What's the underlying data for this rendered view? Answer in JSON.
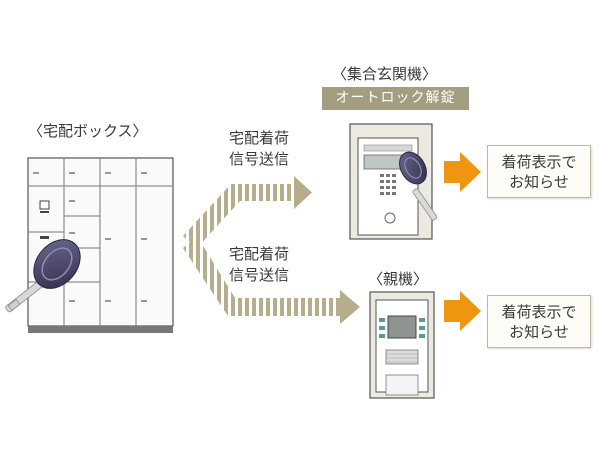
{
  "labels": {
    "delivery_box": "〈宅配ボックス〉",
    "entrance_unit": "〈集合玄関機〉",
    "auto_unlock": "オートロック解錠",
    "master_unit": "〈親機〉"
  },
  "signals": {
    "upper": [
      "宅配着荷",
      "信号送信"
    ],
    "lower": [
      "宅配着荷",
      "信号送信"
    ]
  },
  "notices": {
    "upper": [
      "着荷表示で",
      "お知らせ"
    ],
    "lower": [
      "着荷表示で",
      "お知らせ"
    ]
  },
  "colors": {
    "arrow_stripe": "#b5ad8c",
    "orange_arrow": "#f0950f",
    "badge": "#a39e80",
    "key": "#3f3c5c"
  }
}
